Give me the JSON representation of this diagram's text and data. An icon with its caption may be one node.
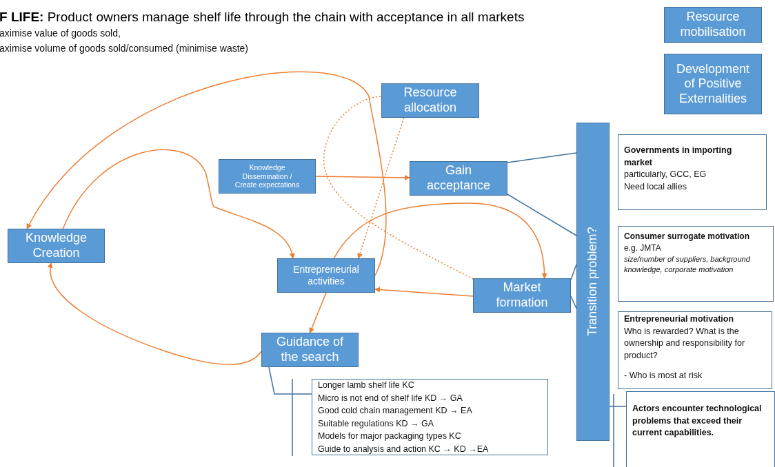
{
  "diagram": {
    "title": "**F LIFE:**  Product owners manage shelf life through the chain with acceptance in all markets",
    "nodes": [
      {
        "text": [
          "Resource mobilisation"
        ]
      },
      {
        "text": [
          "Development of Positive Externalities"
        ]
      },
      {
        "text": [
          "Resource allocation"
        ]
      },
      {
        "text": [
          "Knowledge Dissemination / Create expectations"
        ]
      },
      {
        "text": [
          "Gain acceptance"
        ]
      },
      {
        "text": [
          "Knowledge Creation"
        ]
      },
      {
        "text": [
          "Entrepreneurial activities"
        ]
      },
      {
        "text": [
          "Market formation"
        ]
      },
      {
        "text": [
          "Guidance of the search"
        ]
      },
      {
        "text": [
          "Transition problem?"
        ]
      },
      {
        "text": [
          "Governments in importing market",
          "particularly, GCC, EG",
          "Need local allies"
        ]
      },
      {
        "text": [
          "Consumer surrogate motivation",
          "e.g. JMTA",
          "size/number of suppliers, background knowledge, corporate motivation"
        ]
      },
      {
        "text": [
          "Entrepreneurial motivation",
          "Who is rewarded? What is the ownership and responsibility for product?",
          "- Who is most at risk"
        ]
      },
      {
        "text": [
          "Actors encounter technological problems that exceed their current capabilities."
        ]
      },
      {
        "text": [
          "Longer lamb shelf life KC",
          "Micro is not end of shelf life KD → GA",
          "Good cold chain management KD → EA",
          "Suitable regulations KD → GA",
          "Models for major packaging types KC",
          "Guide to analysis and action KC → KD →EA"
        ]
      }
    ],
    "edges": [
      {
        "from": 6,
        "to": 5,
        "arrow": "to"
      },
      {
        "from": 5,
        "to": 6,
        "arrow": "to"
      },
      {
        "from": 3,
        "to": 4,
        "arrow": "to"
      },
      {
        "from": 2,
        "to": 6,
        "arrow": "to",
        "style": "dashed"
      },
      {
        "from": 7,
        "to": 2,
        "arrow": "none",
        "style": "dashed"
      },
      {
        "from": 6,
        "to": 7,
        "arrow": "to"
      },
      {
        "from": 7,
        "to": 6,
        "arrow": "to"
      },
      {
        "from": 6,
        "to": 8,
        "arrow": "to"
      },
      {
        "from": 8,
        "to": 5,
        "arrow": "to"
      },
      {
        "from": 4,
        "to": 9,
        "arrow": "none",
        "color": "#41719c"
      },
      {
        "from": 4,
        "to": 9,
        "arrow": "none",
        "color": "#41719c"
      },
      {
        "from": 7,
        "to": 9,
        "arrow": "none",
        "color": "#41719c"
      },
      {
        "from": 7,
        "to": 9,
        "arrow": "none",
        "color": "#41719c"
      },
      {
        "from": 8,
        "to": 14,
        "arrow": "none",
        "color": "#41719c"
      },
      {
        "from": 9,
        "to": 13,
        "arrow": "none",
        "color": "#41719c"
      }
    ],
    "labels": [
      "aximise value of goods sold,",
      "aximise volume of goods sold/consumed (minimise waste)"
    ]
  }
}
